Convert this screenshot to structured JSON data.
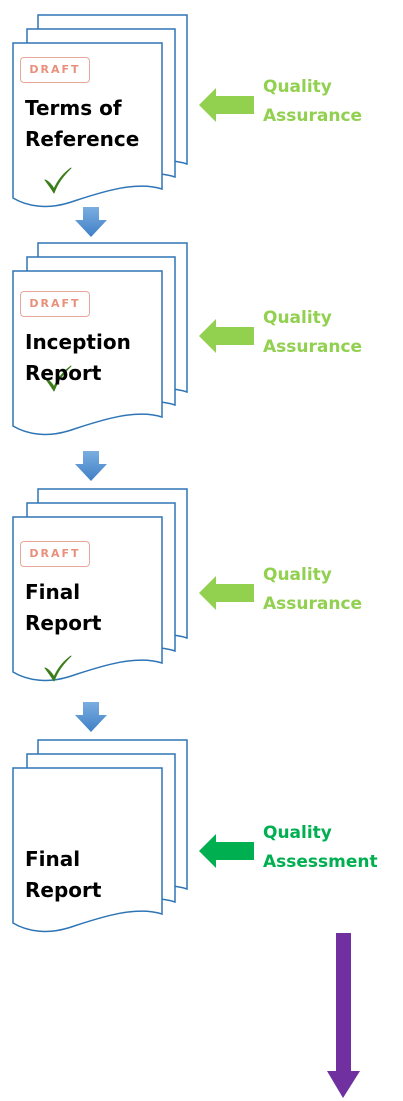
{
  "documents": {
    "terms_of_reference": {
      "line1": "Terms of",
      "line2": "Reference",
      "stamp": "DRAFT"
    },
    "inception_report": {
      "line1": "Inception",
      "line2": "Report",
      "stamp": "DRAFT"
    },
    "final_report_draft": {
      "line1": "Final",
      "line2": "Report",
      "stamp": "DRAFT"
    },
    "final_report": {
      "line1": "Final",
      "line2": "Report"
    }
  },
  "checks": {
    "qa_1": {
      "line1": "Quality",
      "line2": "Assurance"
    },
    "qa_2": {
      "line1": "Quality",
      "line2": "Assurance"
    },
    "qa_3": {
      "line1": "Quality",
      "line2": "Assurance"
    },
    "assessment": {
      "line1": "Quality",
      "line2": "Assessment"
    }
  },
  "icons": {
    "document": "document-stack-icon",
    "stamp": "draft-stamp-icon",
    "check": "checkmark-icon",
    "step_arrow": "arrow-down-icon",
    "feed_arrow": "arrow-left-icon",
    "flow_arrow": "long-arrow-down-icon"
  },
  "colors": {
    "document_border": "#2e75b6",
    "stamp": "#e8907c",
    "check": "#3a7d1a",
    "quality_assurance": "#92d050",
    "quality_assessment": "#00b050",
    "step_arrow": "#5b9bd5",
    "flow_arrow": "#7030a0"
  }
}
